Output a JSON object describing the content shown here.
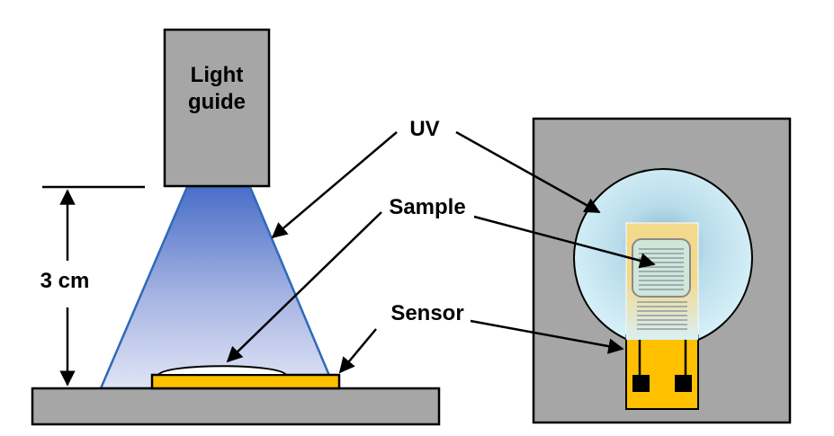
{
  "labels": {
    "light_guide_line1": "Light",
    "light_guide_line2": "guide",
    "uv": "UV",
    "sample": "Sample",
    "sensor": "Sensor",
    "distance": "3 cm"
  },
  "colors": {
    "gray": "#a6a6a6",
    "sensor_yellow": "#ffc000",
    "beam_top": "#4a6ec8",
    "beam_bottom": "#dde3f4",
    "uv_glow": "#d2eef7",
    "black": "#000000"
  }
}
